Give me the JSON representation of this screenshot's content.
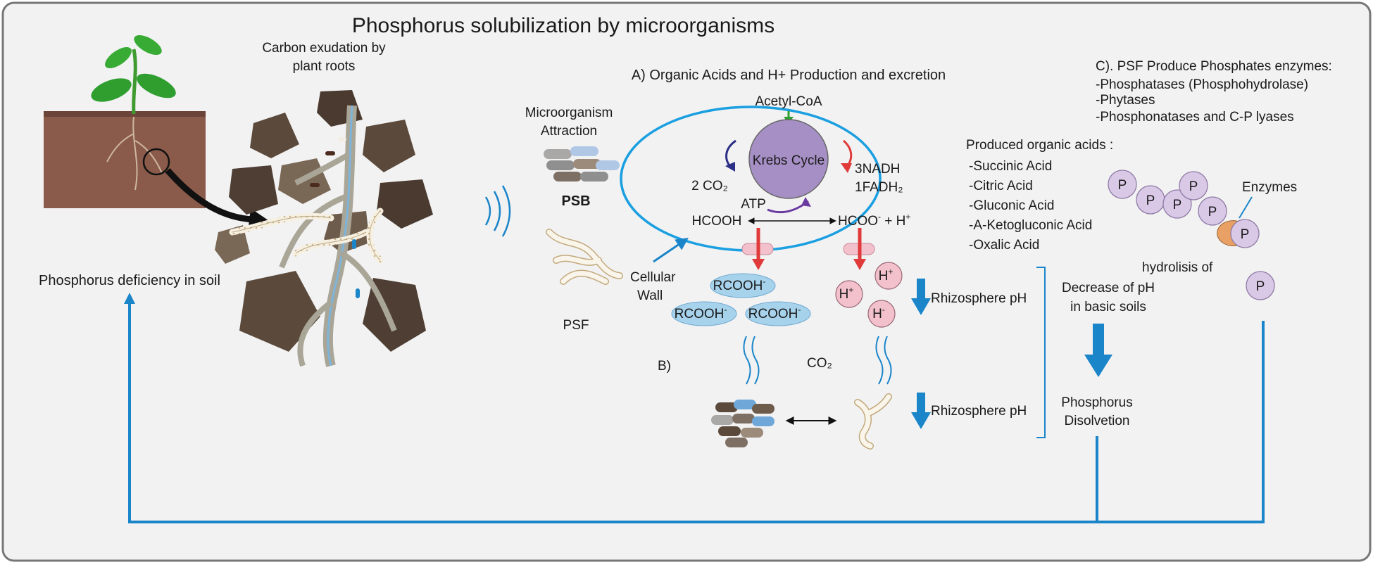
{
  "title": "Phosphorus solubilization by microorganisms",
  "soil": {
    "label": "Phosphorus  deficiency in soil"
  },
  "roots": {
    "caption_line1": "Carbon exudation by",
    "caption_line2": "plant roots"
  },
  "microbes": {
    "attraction_line1": "Microorganism",
    "attraction_line2": "Attraction",
    "psb": "PSB",
    "psf": "PSF",
    "cell_wall_line1": "Cellular",
    "cell_wall_line2": "Wall"
  },
  "section_a": {
    "heading": "A) Organic Acids and H+ Production and excretion",
    "acetyl": "Acetyl-CoA",
    "krebs": "Krebs Cycle",
    "co2_in": "2 CO₂",
    "nadh": "3NADH",
    "fadh": "1FADH₂",
    "atp": "ATP",
    "hcooh": "HCOOH",
    "hcoo_left": "HCOO",
    "hcoo_sup": "-",
    "hcoo_right": " + H",
    "hcoo_plus": "+",
    "rcooh_base": "RCOOH",
    "rcooh_sup": "-",
    "h_base": "H",
    "h_sup": "+",
    "h_minus_sup": "-"
  },
  "acids": {
    "heading": "Produced organic acids :",
    "items": [
      "-Succinic Acid",
      "-Citric Acid",
      "-Gluconic Acid",
      "-A-Ketogluconic Acid",
      "-Oxalic Acid"
    ]
  },
  "ph": {
    "rhizo1": "Rhizosphere pH",
    "rhizo2": "Rhizosphere pH",
    "decrease_line1": "Decrease of pH",
    "decrease_line2": "in  basic soils",
    "dis_line1": "Phosphorus",
    "dis_line2": "Disolvetion"
  },
  "section_b": {
    "label": "B)",
    "co2": "CO₂"
  },
  "section_c": {
    "heading": "C). PSF Produce Phosphates enzymes:",
    "items": [
      "-Phosphatases (Phosphohydrolase)",
      "-Phytases",
      "-Phosphonatases and C-P lyases"
    ],
    "enzymes": "Enzymes",
    "hydro": "hydrolisis of",
    "p": "P"
  },
  "colors": {
    "blue": "#1a85c9",
    "red": "#e03a3a",
    "krebs": "#a68fc4",
    "bubble": "#a7d2ec",
    "pink": "#f2c1cc",
    "pfill": "#d9c9e6"
  }
}
